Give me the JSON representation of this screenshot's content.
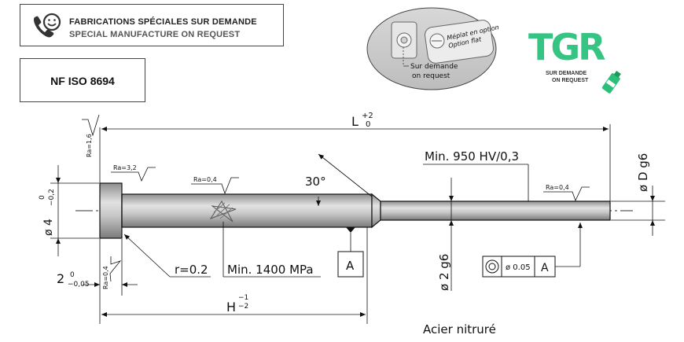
{
  "header": {
    "line1": "FABRICATIONS SPÉCIALES SUR DEMANDE",
    "line2": "SPECIAL MANUFACTURE ON REQUEST",
    "icon": "phone-service-icon"
  },
  "standard_label": "NF ISO 8694",
  "option_bubble": {
    "flat_label_1": "Méplat en option",
    "flat_label_2": "Option flat",
    "request_label_1": "Sur demande",
    "request_label_2": "on request"
  },
  "tgr_badge": {
    "logo": "TGR",
    "line1": "SUR DEMANDE",
    "line2": "ON REQUEST",
    "accent_color": "#2bbf7a",
    "icon": "paint-spray-icon"
  },
  "dimensions": {
    "L": "L",
    "L_tol_upper": "+2",
    "L_tol_lower": "0",
    "D_dia": "ø D g6",
    "head_dia_prefix": "ø 4",
    "head_dia_upper": "0",
    "head_dia_lower": "−0,2",
    "head_thk": "2",
    "head_thk_upper": "0",
    "head_thk_lower": "−0,05",
    "H": "H",
    "H_upper": "−1",
    "H_lower": "−2",
    "angle": "30°",
    "radius": "r=0.2",
    "body_dia": "ø 2 g6"
  },
  "roughness": {
    "ra_1_6": "Ra=1,6",
    "ra_3_2": "Ra=3,2",
    "ra_0_4_body": "Ra=0,4",
    "ra_0_4_tip": "Ra=0,4",
    "ra_0_4_head": "Ra=0,4"
  },
  "specs": {
    "hardness": "Min. 950  HV/0,3",
    "strength": "Min. 1400  MPa",
    "datum": "A",
    "tolerance_symbol": "concentricity-icon",
    "tolerance_value": "ø 0.05",
    "tolerance_datum": "A",
    "material": "Acier nitruré"
  }
}
